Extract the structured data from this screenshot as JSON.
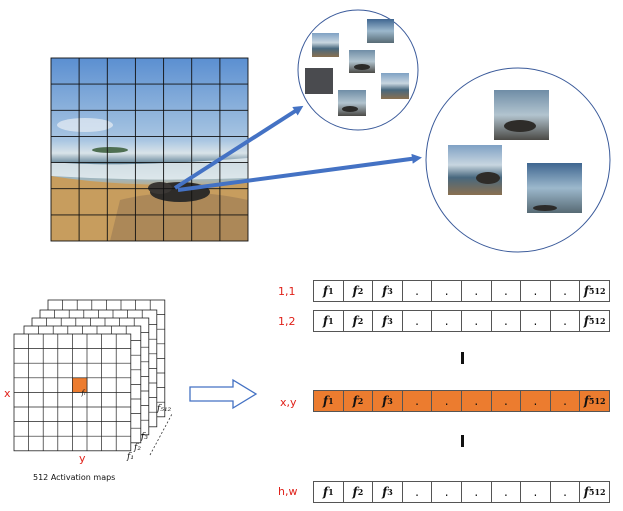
{
  "colors": {
    "label_red": "#e0211a",
    "highlight_orange": "#ec7c2f",
    "arrow_blue": "#4472c4",
    "circle_blue": "#3a5a9a"
  },
  "diagram": {
    "map_axis_x": "x",
    "map_axis_y": "y",
    "highlight_cell_label": "fᵢ",
    "stack_labels": [
      "f₁",
      "f₂",
      "f₃",
      "f₅₁₂"
    ],
    "caption": "512 Activation maps"
  },
  "vectors": [
    {
      "label": "1,1",
      "highlight": false
    },
    {
      "label": "1,2",
      "highlight": false
    },
    {
      "label": "x,y",
      "highlight": true
    },
    {
      "label": "h,w",
      "highlight": false
    }
  ],
  "vector_cells": {
    "f_prefix": "f",
    "subs": [
      "1",
      "2",
      "3"
    ],
    "dot": ".",
    "last_sub": "512"
  }
}
